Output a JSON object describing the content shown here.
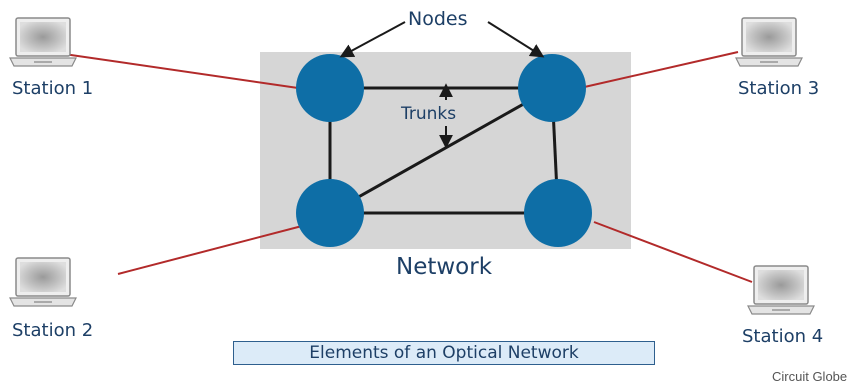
{
  "labels": {
    "nodes": "Nodes",
    "trunks": "Trunks",
    "network": "Network",
    "caption": "Elements of an Optical Network",
    "credit": "Circuit Globe"
  },
  "stations": [
    {
      "label": "Station 1"
    },
    {
      "label": "Station 2"
    },
    {
      "label": "Station 3"
    },
    {
      "label": "Station 4"
    }
  ],
  "icons": {
    "station": "laptop-icon",
    "node": "node-circle"
  },
  "colors": {
    "node_fill": "#0e6ea6",
    "network_box": "#d6d6d6",
    "trunk_line": "#1a1a1a",
    "station_link": "#b22a2a",
    "label_text": "#1d3f66",
    "caption_bg": "#dcebf8"
  }
}
